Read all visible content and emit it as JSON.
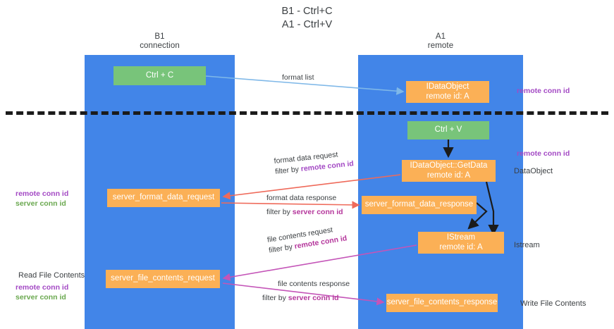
{
  "title": {
    "line1": "B1 - Ctrl+C",
    "line2": "A1 - Ctrl+V"
  },
  "lanes": [
    {
      "id": "b1",
      "name": "B1",
      "role": "connection"
    },
    {
      "id": "a1",
      "name": "A1",
      "role": "remote"
    }
  ],
  "nodes": {
    "ctrl_c": {
      "line1": "Ctrl + C",
      "line2": "",
      "color": "#78c47a"
    },
    "dataobject": {
      "line1": "IDataObject",
      "line2": "remote id: A",
      "color": "#fbb056"
    },
    "ctrl_v": {
      "line1": "Ctrl + V",
      "line2": "",
      "color": "#78c47a"
    },
    "getdata": {
      "line1": "IDataObject::GetData",
      "line2": "remote id: A",
      "color": "#fbb056"
    },
    "fmt_request": {
      "line1": "server_format_data_request",
      "line2": "",
      "color": "#fbb056"
    },
    "fmt_response": {
      "line1": "server_format_data_response",
      "line2": "",
      "color": "#fbb056"
    },
    "istream": {
      "line1": "IStream",
      "line2": "remote id: A",
      "color": "#fbb056"
    },
    "file_request": {
      "line1": "server_file_contents_request",
      "line2": "",
      "color": "#fbb056"
    },
    "file_response": {
      "line1": "server_file_contents_response",
      "line2": "",
      "color": "#fbb056"
    }
  },
  "flows": {
    "format_list": {
      "line1": "format list",
      "line2_prefix": "",
      "line2_key": ""
    },
    "format_data_request": {
      "line1": "format data request",
      "line2_prefix": "filter by ",
      "line2_key": "remote conn id"
    },
    "format_data_response": {
      "line1": "format data response",
      "line2_prefix": "filter by ",
      "line2_key": "server conn id"
    },
    "file_contents_request": {
      "line1": "file contents request",
      "line2_prefix": "filter by ",
      "line2_key": "remote conn id"
    },
    "file_contents_response": {
      "line1": "file contents response",
      "line2_prefix": "filter by ",
      "line2_key": "server conn id"
    }
  },
  "annotations": {
    "remote_conn_id_top": "remote conn id",
    "remote_conn_id_mid": "remote conn id",
    "dataobject_label": "DataObject",
    "istream_label": "Istream",
    "write_file_contents": "Write File Contents",
    "read_file_contents": "Read File Contents",
    "left_mid_remote": "remote conn id",
    "left_mid_server": "server conn id",
    "left_bot_remote": "remote conn id",
    "left_bot_server": "server conn id"
  },
  "colors": {
    "lane": "#4285e8",
    "green_node": "#78c47a",
    "orange_node": "#fbb056",
    "purple_text": "#a349c4",
    "green_text": "#6aa84f",
    "magenta_text": "#b5379c",
    "arrow_lightblue": "#7fb8e8",
    "arrow_red": "#ef6a5a",
    "arrow_magenta": "#c455b8",
    "arrow_black": "#1b1b1b",
    "divider": "#1b1b1b",
    "background": "#ffffff"
  }
}
